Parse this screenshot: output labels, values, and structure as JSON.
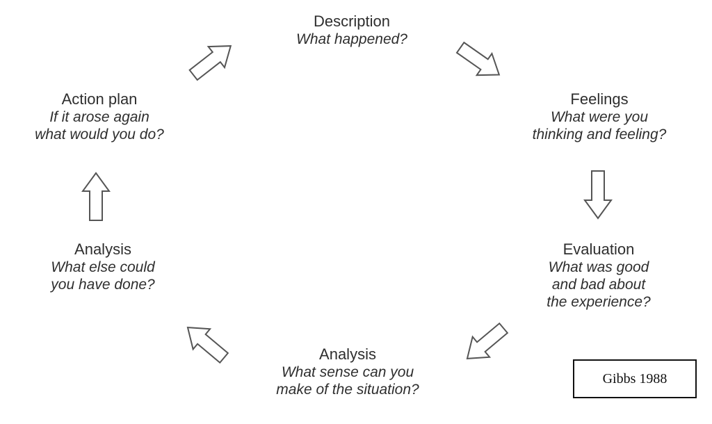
{
  "stages": [
    {
      "id": "description",
      "title": "Description",
      "question_lines": [
        "What happened?"
      ]
    },
    {
      "id": "feelings",
      "title": "Feelings",
      "question_lines": [
        "What were you",
        "thinking and feeling?"
      ]
    },
    {
      "id": "evaluation",
      "title": "Evaluation",
      "question_lines": [
        "What was good",
        "and bad about",
        "the experience?"
      ]
    },
    {
      "id": "analysis-sense",
      "title": "Analysis",
      "question_lines": [
        "What sense can you",
        "make of the situation?"
      ]
    },
    {
      "id": "analysis-else",
      "title": "Analysis",
      "question_lines": [
        "What else could",
        "you have done?"
      ]
    },
    {
      "id": "action-plan",
      "title": "Action plan",
      "question_lines": [
        "If it arose again",
        "what would you do?"
      ]
    }
  ],
  "credit": "Gibbs 1988",
  "colors": {
    "text": "#2e2e2e",
    "arrow_outline": "#555555",
    "arrow_fill": "#ffffff",
    "credit_border": "#111111"
  },
  "icons": {
    "cycle_arrow": "hollow-block-arrow"
  }
}
